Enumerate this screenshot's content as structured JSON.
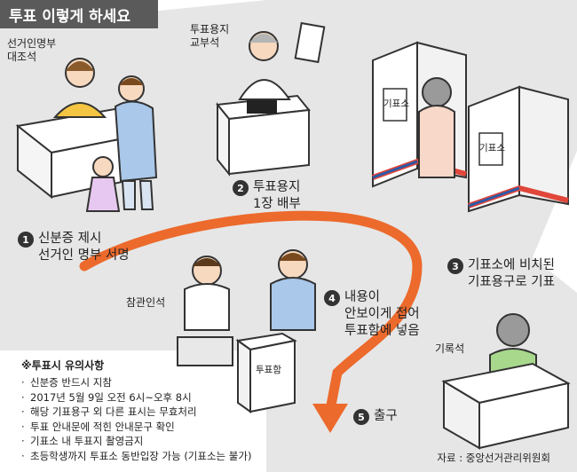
{
  "header": {
    "title": "투표 이렇게 하세요"
  },
  "labels": {
    "registry_desk": [
      "선거인명부",
      "대조석"
    ],
    "ballot_desk": [
      "투표용지",
      "교부석"
    ],
    "booth_sign": "기표소",
    "observer": "참관인석",
    "ballot_box": "투표함",
    "writing_desk": "기록석"
  },
  "steps": [
    {
      "num": "1",
      "lines": [
        "신분증 제시",
        "선거인 명부 서명"
      ]
    },
    {
      "num": "2",
      "lines": [
        "투표용지",
        "1장 배부"
      ]
    },
    {
      "num": "3",
      "lines": [
        "기표소에 비치된",
        "기표용구로 기표"
      ]
    },
    {
      "num": "4",
      "lines": [
        "내용이",
        "안보이게 접어",
        "투표함에 넣음"
      ]
    },
    {
      "num": "5",
      "lines": [
        "출구"
      ]
    }
  ],
  "notes": {
    "heading": "※투표시 유의사항",
    "items": [
      "신분증 반드시 지참",
      "2017년 5월 9일 오전 6시~오후 8시",
      "해당 기표용구 외 다른 표시는 무효처리",
      "투표 안내문에 적힌 안내문구 확인",
      "기표소 내 투표지 촬영금지",
      "초등학생까지 투표소 동반입장 가능 (기표소는 불가)"
    ]
  },
  "source": "자료 : 중앙선거관리위원회",
  "colors": {
    "floor": "#e6e6e6",
    "route_arrow": "#ec6a2c",
    "title_bg": "#5a5a5a",
    "shirt_yellow": "#f4c542",
    "shirt_blue": "#a9c8ea",
    "shirt_green": "#a8d88c"
  }
}
